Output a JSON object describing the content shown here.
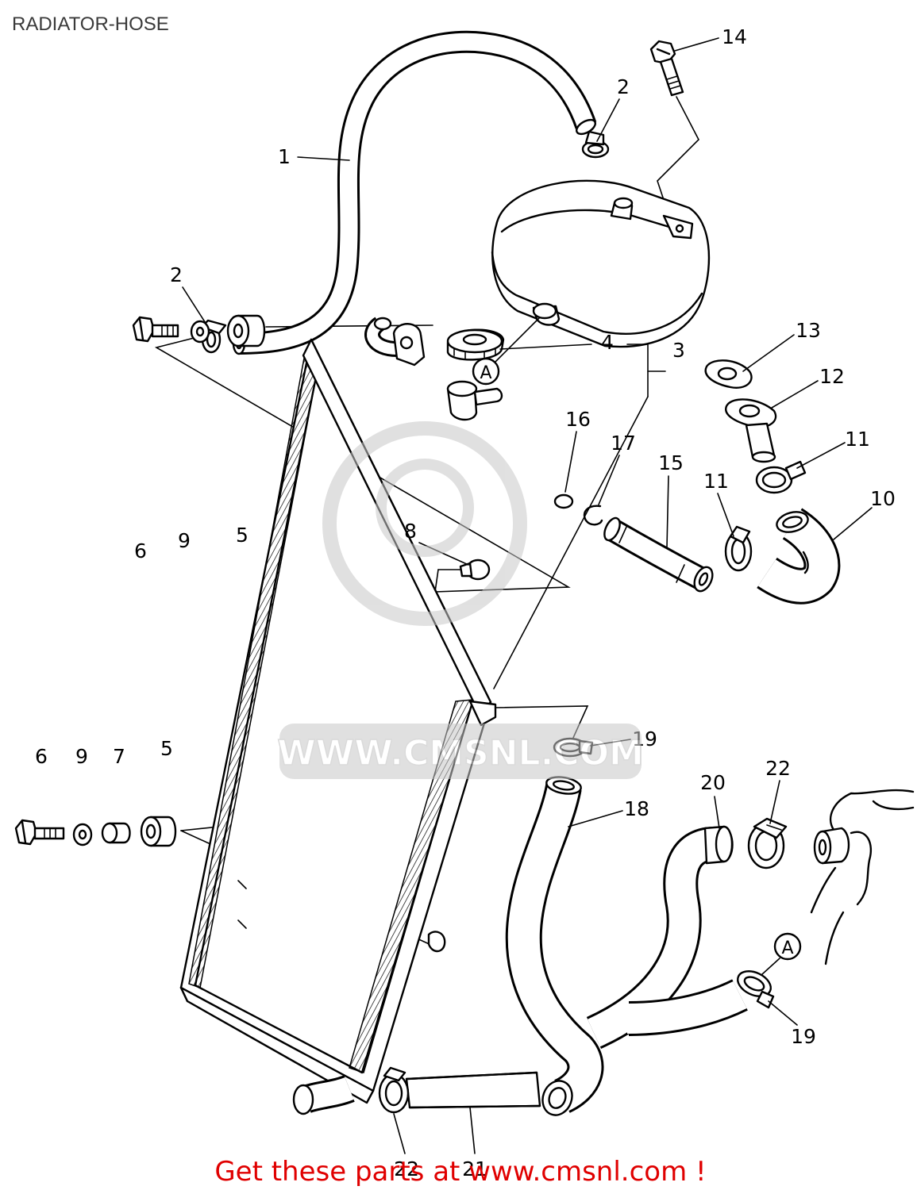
{
  "title": "RADIATOR-HOSE",
  "callouts": [
    "1",
    "2",
    "14",
    "2",
    "A",
    "13",
    "12",
    "16",
    "17",
    "15",
    "11",
    "11",
    "10",
    "8",
    "6",
    "9",
    "5",
    "4",
    "3",
    "19",
    "6",
    "9",
    "7",
    "5",
    "18",
    "20",
    "22",
    "A",
    "19",
    "22",
    "21"
  ],
  "watermark": "WWW.CMSNL.COM",
  "footer": "Get these parts at www.cmsnl.com !",
  "colors": {
    "line": "#000000",
    "footer": "#e00000",
    "watermark": "#c8c8c8"
  }
}
